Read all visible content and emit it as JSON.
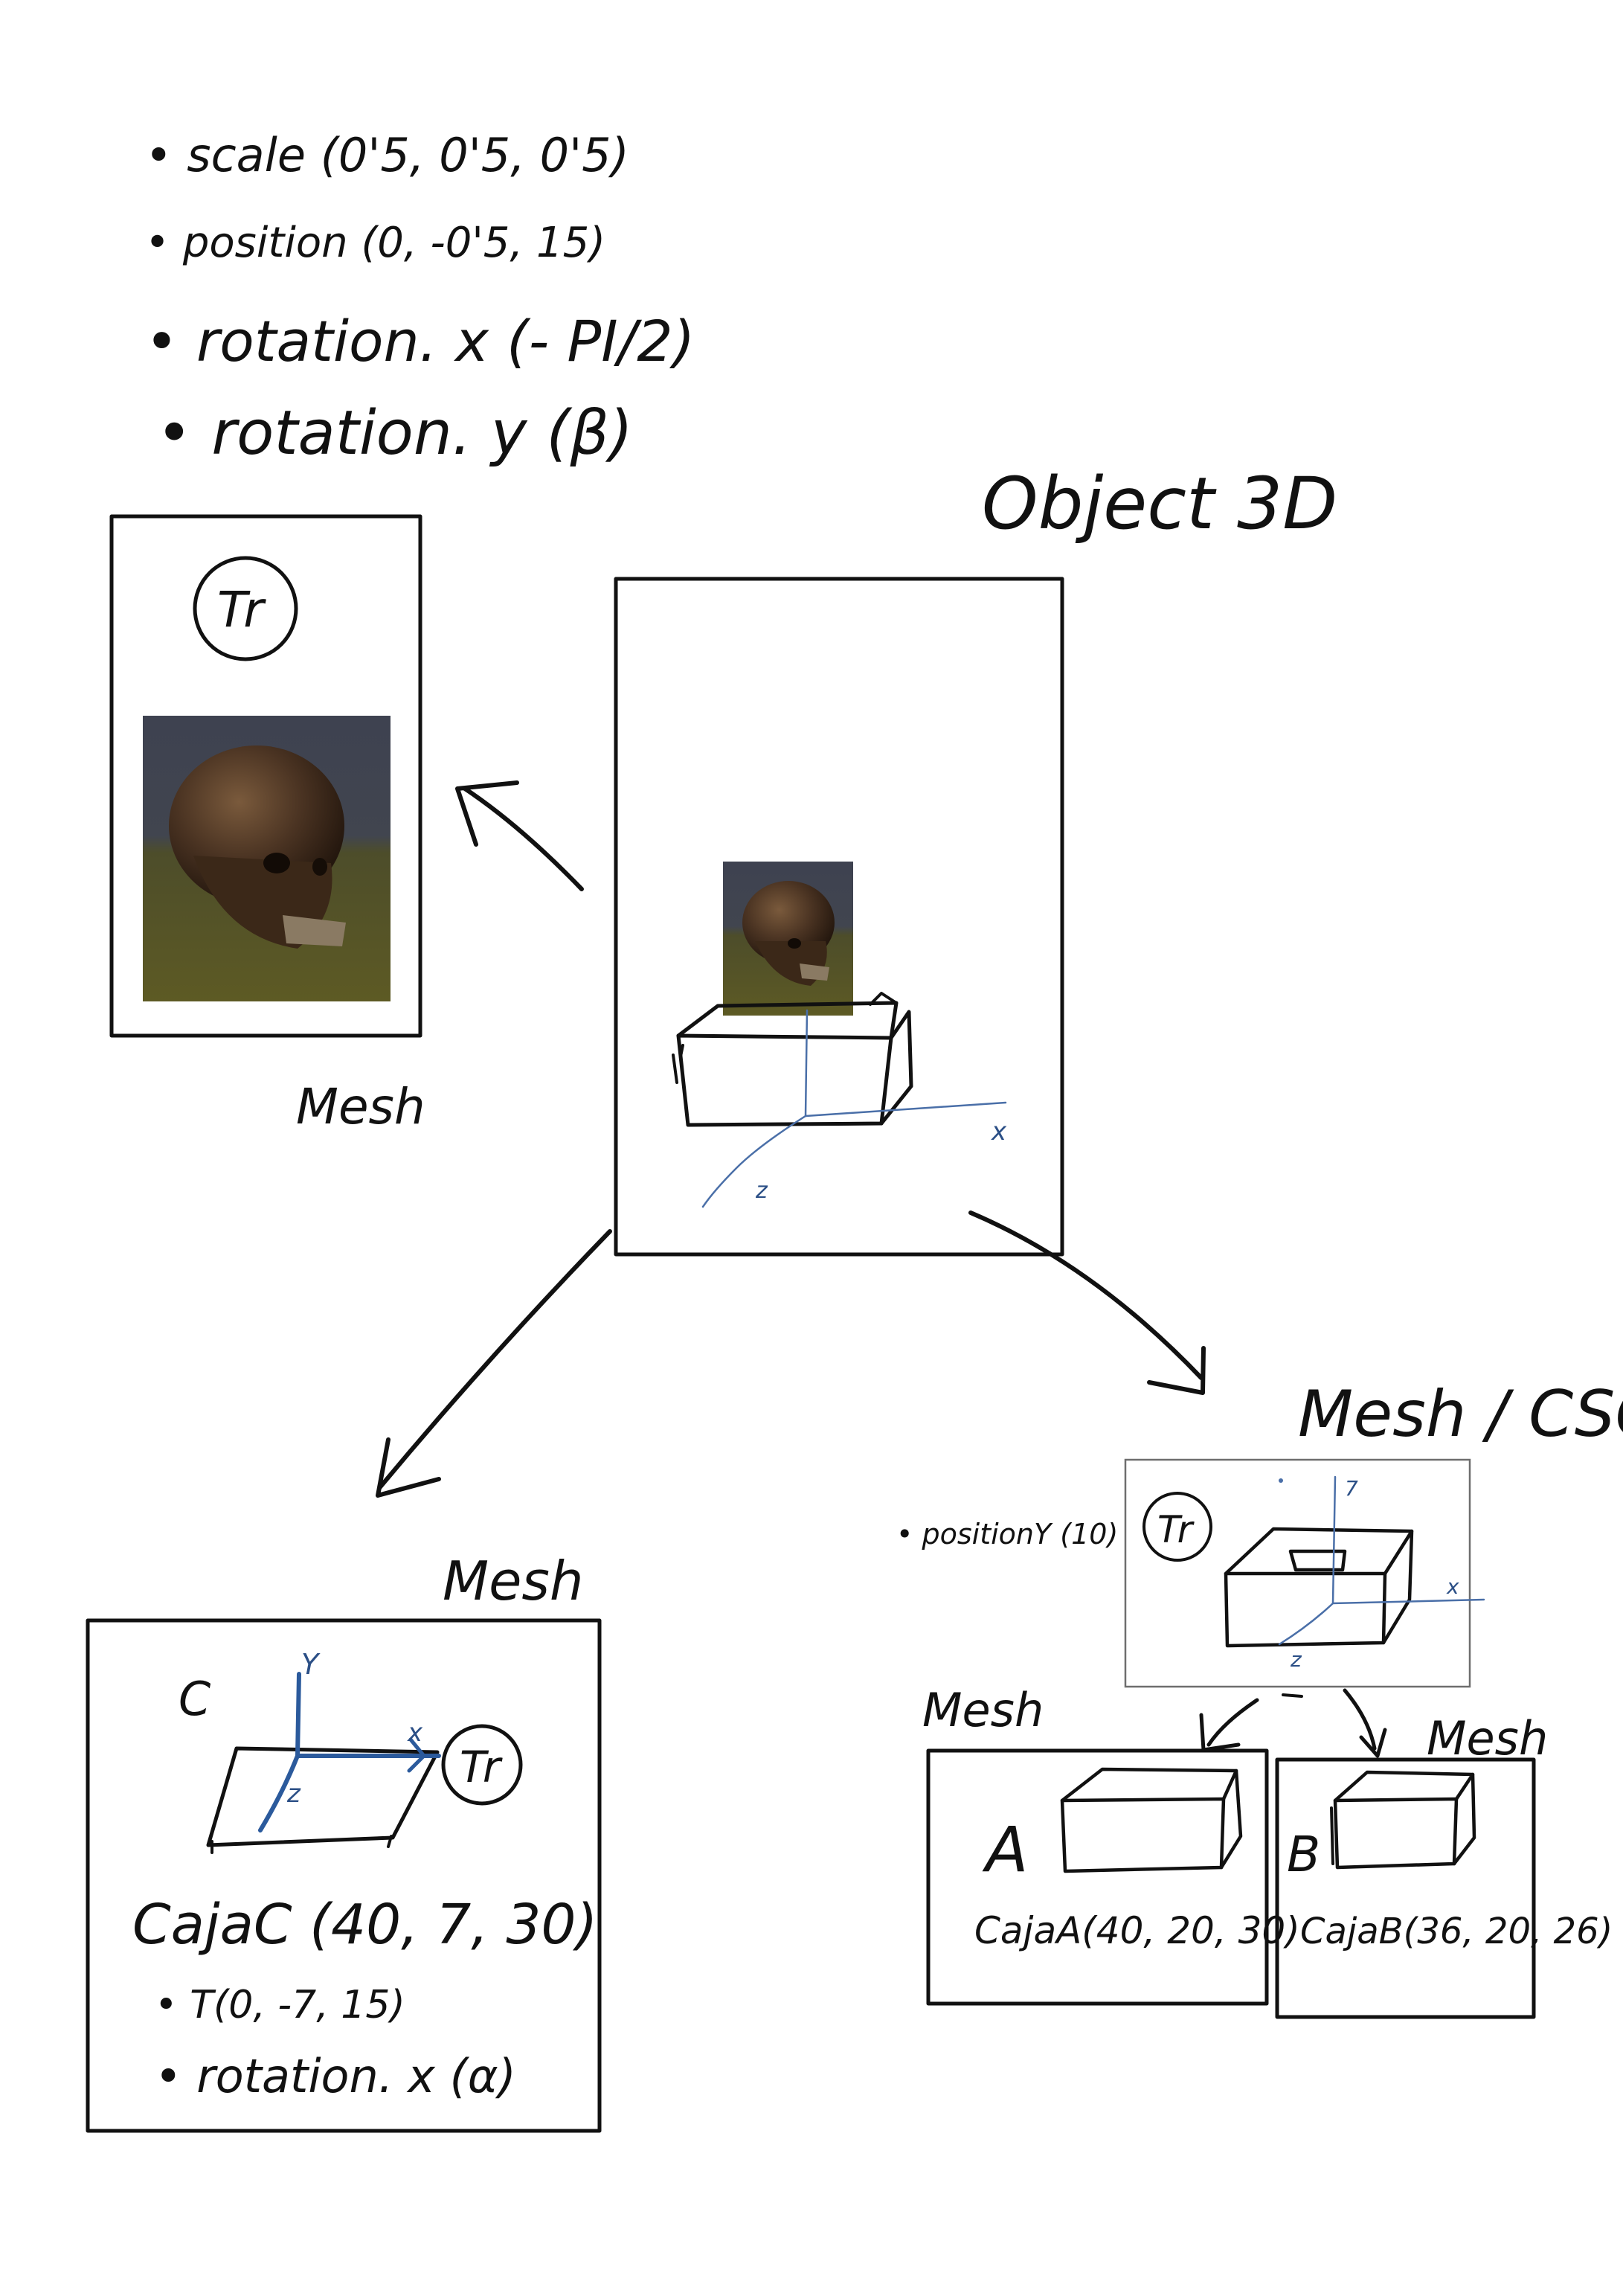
{
  "top_transforms": [
    "• scale (0'5, 0'5, 0'5)",
    "• position (0, -0'5, 15)",
    "• rotation. x (- PI/2)",
    "• rotation. y (β)"
  ],
  "object3d": {
    "title": "Object 3D",
    "axis_x": "x",
    "axis_z": "z"
  },
  "skull_mesh": {
    "label": "Mesh",
    "transform_badge": "Tr"
  },
  "mesh_c": {
    "label": "Mesh",
    "letter": "C",
    "axis_y": "Y",
    "axis_x": "x",
    "axis_z": "z",
    "transform_badge": "Tr",
    "caption": "CajaC (40, 7, 30)",
    "transforms": [
      "• T(0, -7, 15)",
      "• rotation. x (α)"
    ]
  },
  "mesh_csg": {
    "label": "Mesh / CSG",
    "transform_note": "• positionY (10)",
    "transform_badge": "Tr",
    "axis_y": "7",
    "axis_x": "x",
    "axis_z": "z"
  },
  "mesh_a": {
    "label": "Mesh",
    "letter": "A",
    "caption": "CajaA(40, 20, 30)"
  },
  "mesh_b": {
    "label": "Mesh",
    "letter": "B",
    "caption": "CajaB(36, 20, 26)"
  }
}
